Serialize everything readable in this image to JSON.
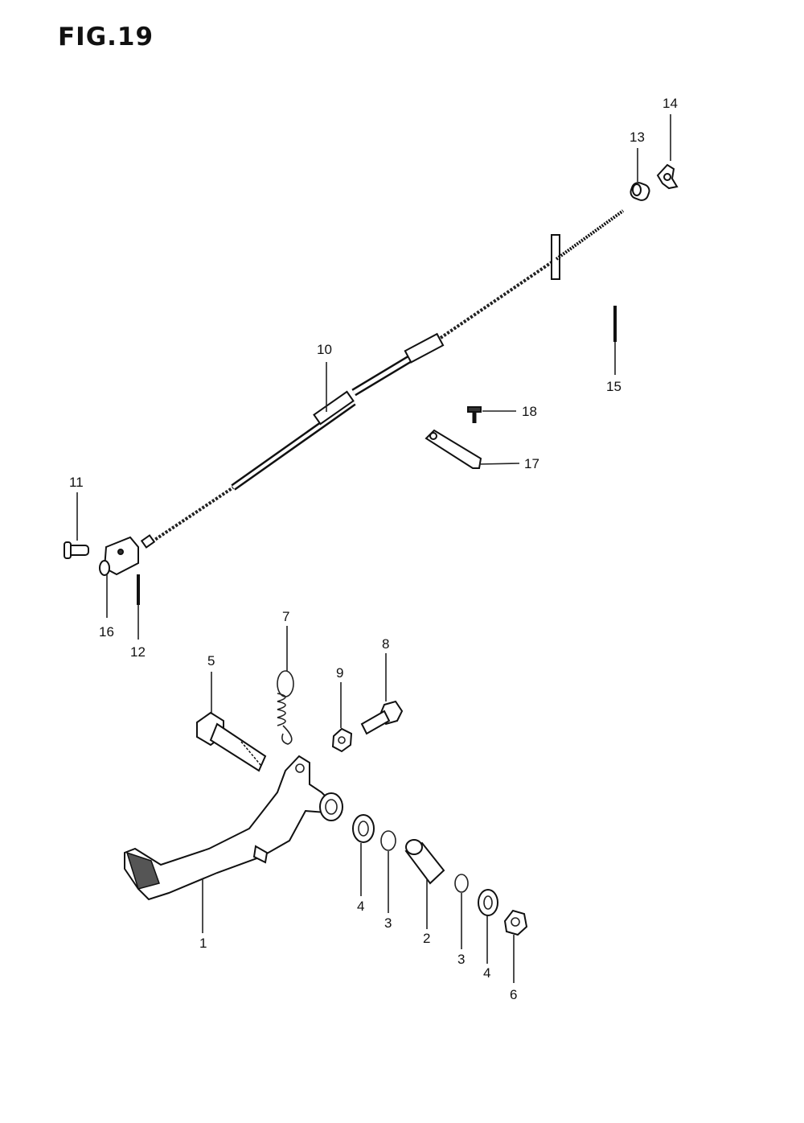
{
  "figure_title": "FIG.19",
  "callouts": [
    "1",
    "2",
    "3",
    "3",
    "4",
    "4",
    "5",
    "6",
    "7",
    "8",
    "9",
    "10",
    "11",
    "12",
    "13",
    "14",
    "15",
    "16",
    "17",
    "18"
  ]
}
